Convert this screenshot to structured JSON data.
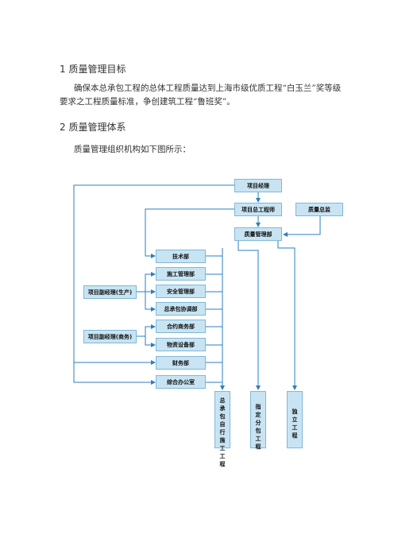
{
  "section1": {
    "heading": "1 质量管理目标",
    "line1": "确保本总承包工程的总体工程质量达到上海市级优质工程“白玉兰”奖等级",
    "line2": "要求之工程质量标准，争创建筑工程“鲁班奖”。"
  },
  "section2": {
    "heading": "2 质量管理体系",
    "intro": "质量管理组织机构如下图所示："
  },
  "chart": {
    "project_manager": "项目经理",
    "chief_engineer": "项目总工程师",
    "quality_director": "质量总监",
    "quality_dept": "质量管理部",
    "tech_dept": "技术部",
    "construction_dept": "施工管理部",
    "safety_dept": "安全管理部",
    "coord_dept": "总承包协调部",
    "contract_dept": "合约商务部",
    "material_dept": "物资设备部",
    "finance_dept": "财务部",
    "office": "综合办公室",
    "deputy_production": "项目副经理(生产)",
    "deputy_business": "项目副经理(商务)",
    "self_work": "总承包自行施工工程",
    "designated_sub": "指定分包工程",
    "independent": "独立工程"
  }
}
